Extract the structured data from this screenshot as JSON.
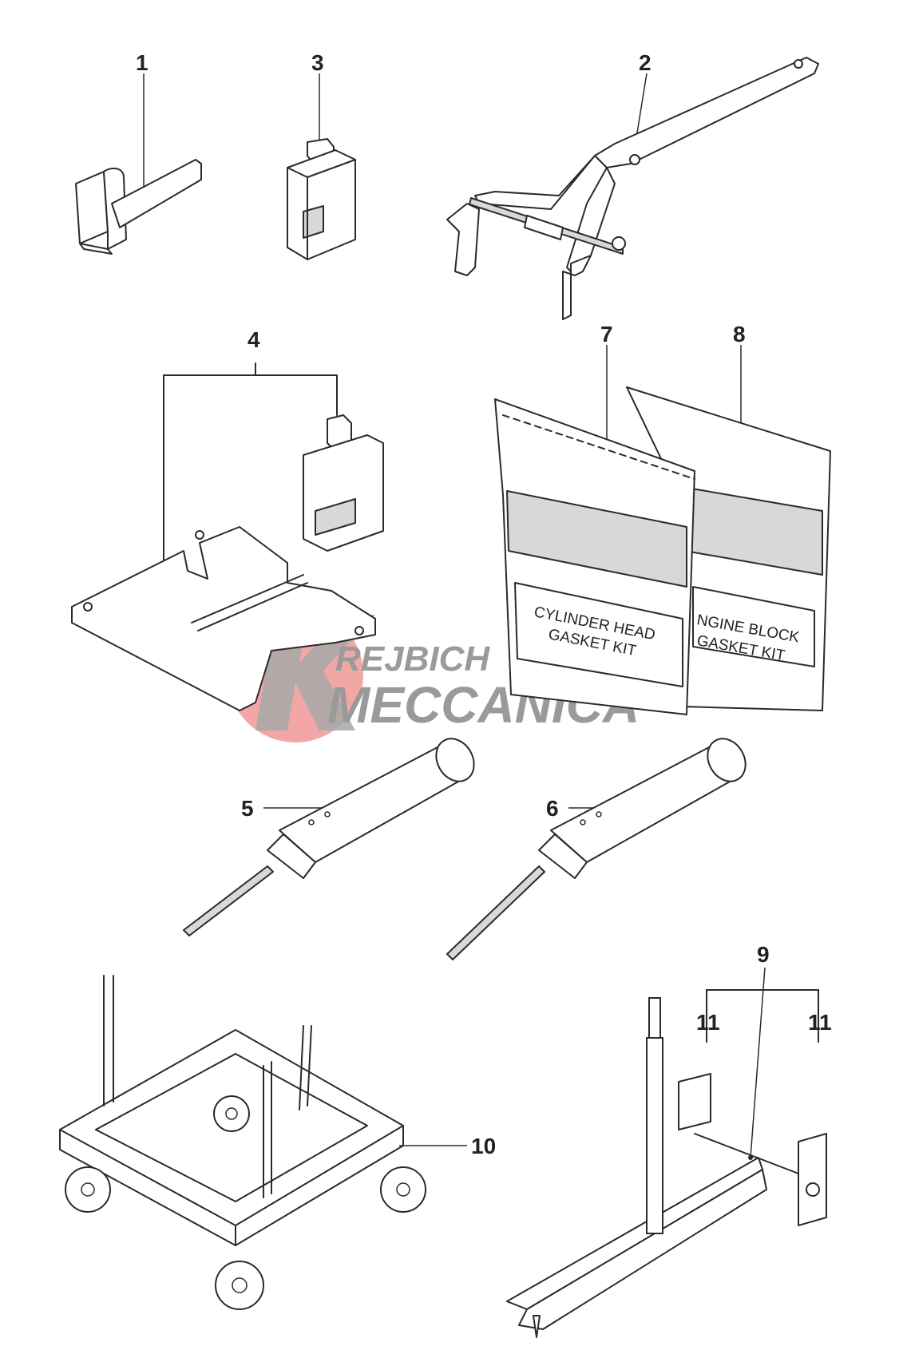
{
  "callouts": {
    "c1": "1",
    "c2": "2",
    "c3": "3",
    "c4": "4",
    "c5": "5",
    "c6": "6",
    "c7": "7",
    "c8": "8",
    "c9": "9",
    "c10": "10",
    "c11a": "11",
    "c11b": "11"
  },
  "bag7": {
    "line1": "CYLINDER HEAD",
    "line2": "GASKET KIT"
  },
  "bag8": {
    "line1": "NGINE BLOCK",
    "line2": "GASKET KIT"
  },
  "watermark": {
    "line1": "REJBICH",
    "line2": "MECCANICA",
    "logo_color": "#e57373"
  }
}
